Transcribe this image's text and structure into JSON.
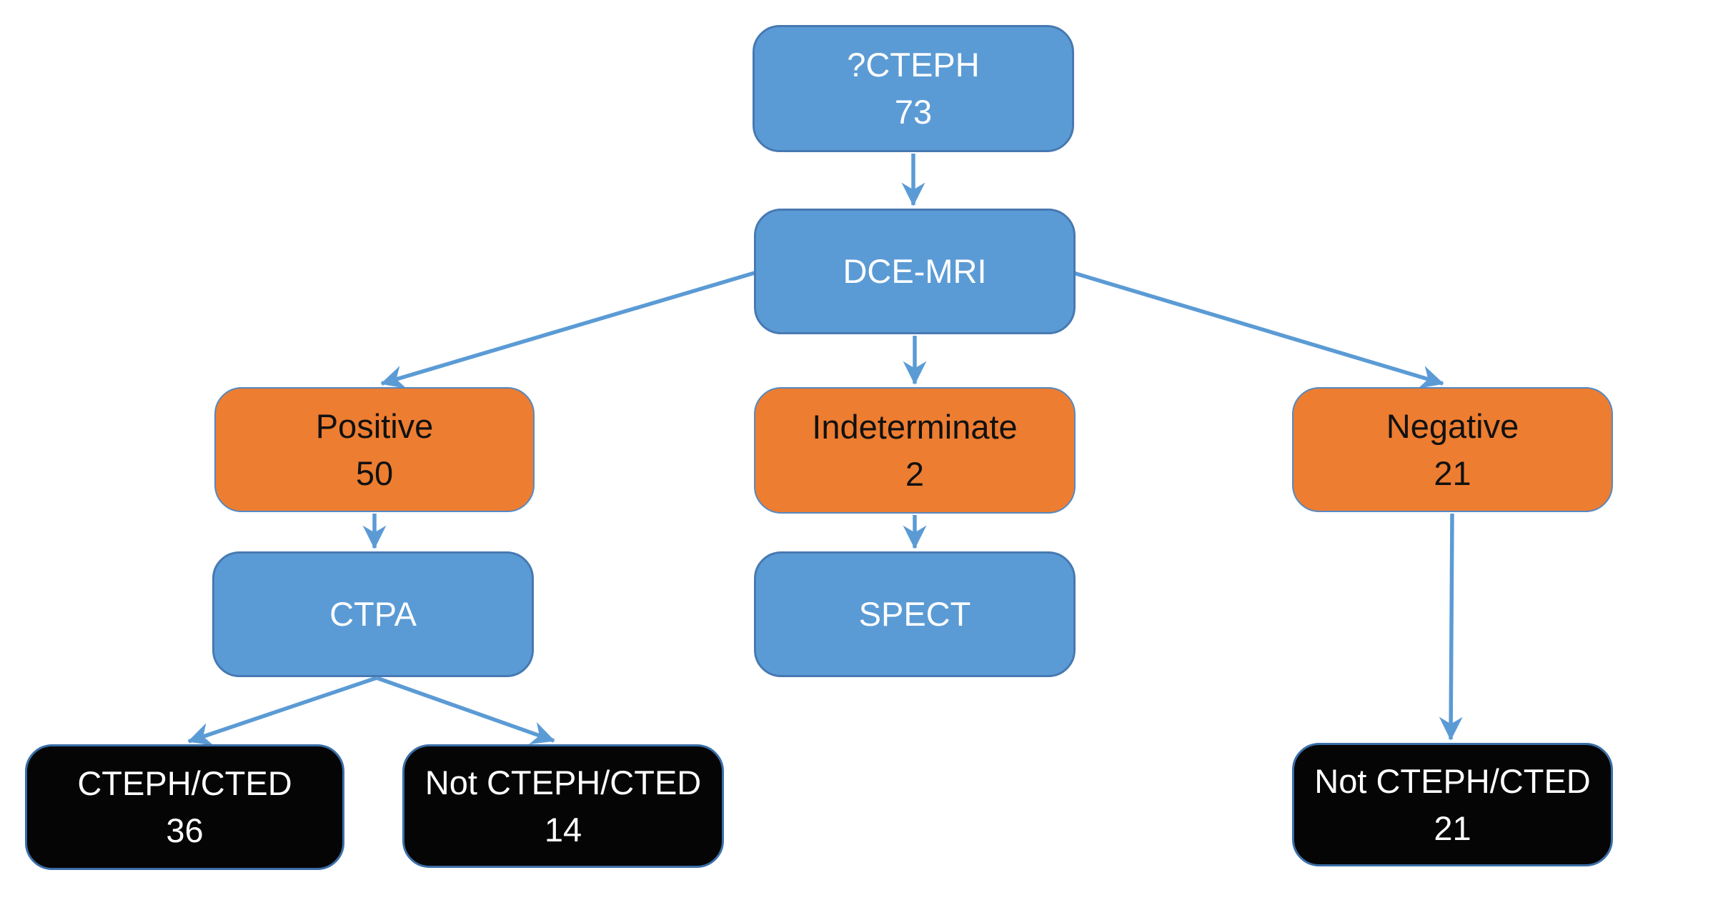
{
  "diagram": {
    "type": "flowchart",
    "nodes": {
      "root": {
        "label": "?CTEPH",
        "count": "73"
      },
      "dce_mri": {
        "label": "DCE-MRI"
      },
      "positive": {
        "label": "Positive",
        "count": "50"
      },
      "indeterminate": {
        "label": "Indeterminate",
        "count": "2"
      },
      "negative": {
        "label": "Negative",
        "count": "21"
      },
      "ctpa": {
        "label": "CTPA"
      },
      "spect": {
        "label": "SPECT"
      },
      "cteph_cted": {
        "label": "CTEPH/CTED",
        "count": "36"
      },
      "not_cteph_cted_ctpa": {
        "label": "Not CTEPH/CTED",
        "count": "14"
      },
      "not_cteph_cted_neg": {
        "label": "Not CTEPH/CTED",
        "count": "21"
      }
    },
    "edges": [
      {
        "from": "root",
        "to": "dce_mri"
      },
      {
        "from": "dce_mri",
        "to": "positive"
      },
      {
        "from": "dce_mri",
        "to": "indeterminate"
      },
      {
        "from": "dce_mri",
        "to": "negative"
      },
      {
        "from": "positive",
        "to": "ctpa"
      },
      {
        "from": "indeterminate",
        "to": "spect"
      },
      {
        "from": "ctpa",
        "to": "cteph_cted"
      },
      {
        "from": "ctpa",
        "to": "not_cteph_cted_ctpa"
      },
      {
        "from": "negative",
        "to": "not_cteph_cted_neg"
      }
    ],
    "colors": {
      "process_fill": "#5B9BD5",
      "process_border": "#4779B2",
      "decision_fill": "#ED7D31",
      "decision_border": "#5589C2",
      "outcome_fill": "#050505",
      "outcome_border": "#3A6EA8",
      "arrow": "#5B9BD5",
      "text_on_blue": "#FFFFFF",
      "text_on_orange": "#111111",
      "text_on_black": "#FFFFFF"
    }
  }
}
